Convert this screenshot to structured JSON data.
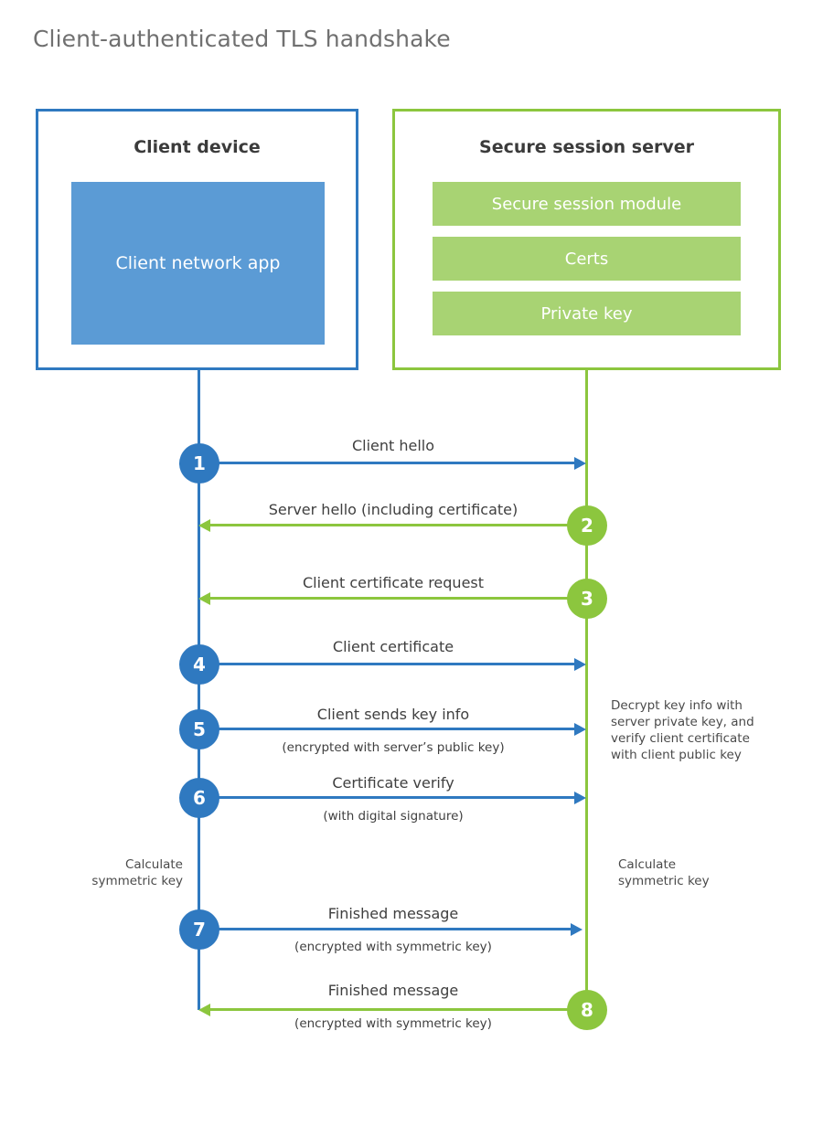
{
  "title": "Client-authenticated TLS handshake",
  "colors": {
    "client_blue": "#2f79c0",
    "app_blue": "#5b9bd5",
    "server_green": "#8cc63e",
    "bar_green": "#a8d373",
    "text_gray": "#3f3f3f",
    "title_gray": "#707070"
  },
  "actors": {
    "client": {
      "title": "Client device",
      "app_label": "Client network\napp"
    },
    "server": {
      "title": "Secure session server",
      "bars": [
        "Secure session module",
        "Certs",
        "Private key"
      ]
    }
  },
  "steps": [
    {
      "number": "1",
      "label": "Client hello",
      "sublabel": "",
      "direction": "client-to-server",
      "color": "blue"
    },
    {
      "number": "2",
      "label": "Server hello (including certificate)",
      "sublabel": "",
      "direction": "server-to-client",
      "color": "green"
    },
    {
      "number": "3",
      "label": "Client certificate request",
      "sublabel": "",
      "direction": "server-to-client",
      "color": "green"
    },
    {
      "number": "4",
      "label": "Client certificate",
      "sublabel": "",
      "direction": "client-to-server",
      "color": "blue"
    },
    {
      "number": "5",
      "label": "Client sends key info",
      "sublabel": "(encrypted with server’s public key)",
      "direction": "client-to-server",
      "color": "blue"
    },
    {
      "number": "6",
      "label": "Certificate verify",
      "sublabel": "(with digital signature)",
      "direction": "client-to-server",
      "color": "blue"
    },
    {
      "number": "7",
      "label": "Finished message",
      "sublabel": "(encrypted with symmetric key)",
      "direction": "client-to-server",
      "color": "blue"
    },
    {
      "number": "8",
      "label": "Finished message",
      "sublabel": "(encrypted with symmetric key)",
      "direction": "server-to-client",
      "color": "green"
    }
  ],
  "notes": {
    "server_decrypt": "Decrypt key info with\nserver private key, and\nverify client certificate\nwith client public key",
    "client_calculate": "Calculate\nsymmetric key",
    "server_calculate": "Calculate\nsymmetric key"
  }
}
